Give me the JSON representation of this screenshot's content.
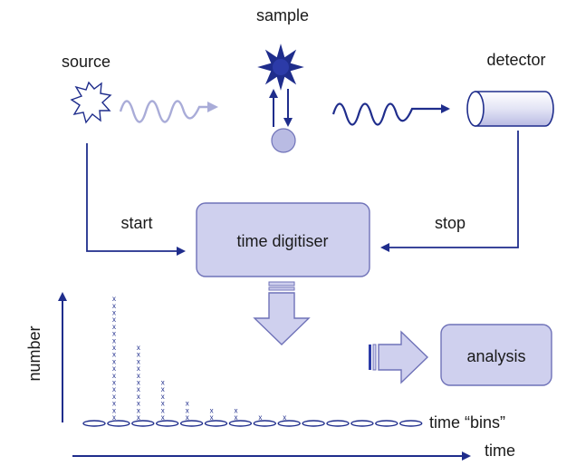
{
  "labels": {
    "sample": "sample",
    "source": "source",
    "detector": "detector",
    "start": "start",
    "stop": "stop",
    "time_digitiser": "time digitiser",
    "analysis": "analysis",
    "number": "number",
    "time_bins": "time “bins”",
    "time": "time"
  },
  "colors": {
    "navy": "#1f2d8c",
    "box_fill": "#cfd0ee",
    "box_stroke": "#6f72b8",
    "light_wave": "#a9acd8",
    "dark_wave": "#1f2d8c",
    "arrow_fill": "#cfd0ee"
  },
  "histogram": {
    "marker": "x",
    "counts": [
      18,
      11,
      6,
      3,
      2,
      2,
      1,
      1,
      0,
      0,
      0,
      0,
      0,
      0
    ]
  },
  "icons": [
    "source-burst-icon",
    "sample-star-icon",
    "ground-state-circle-icon",
    "detector-cylinder-icon"
  ]
}
